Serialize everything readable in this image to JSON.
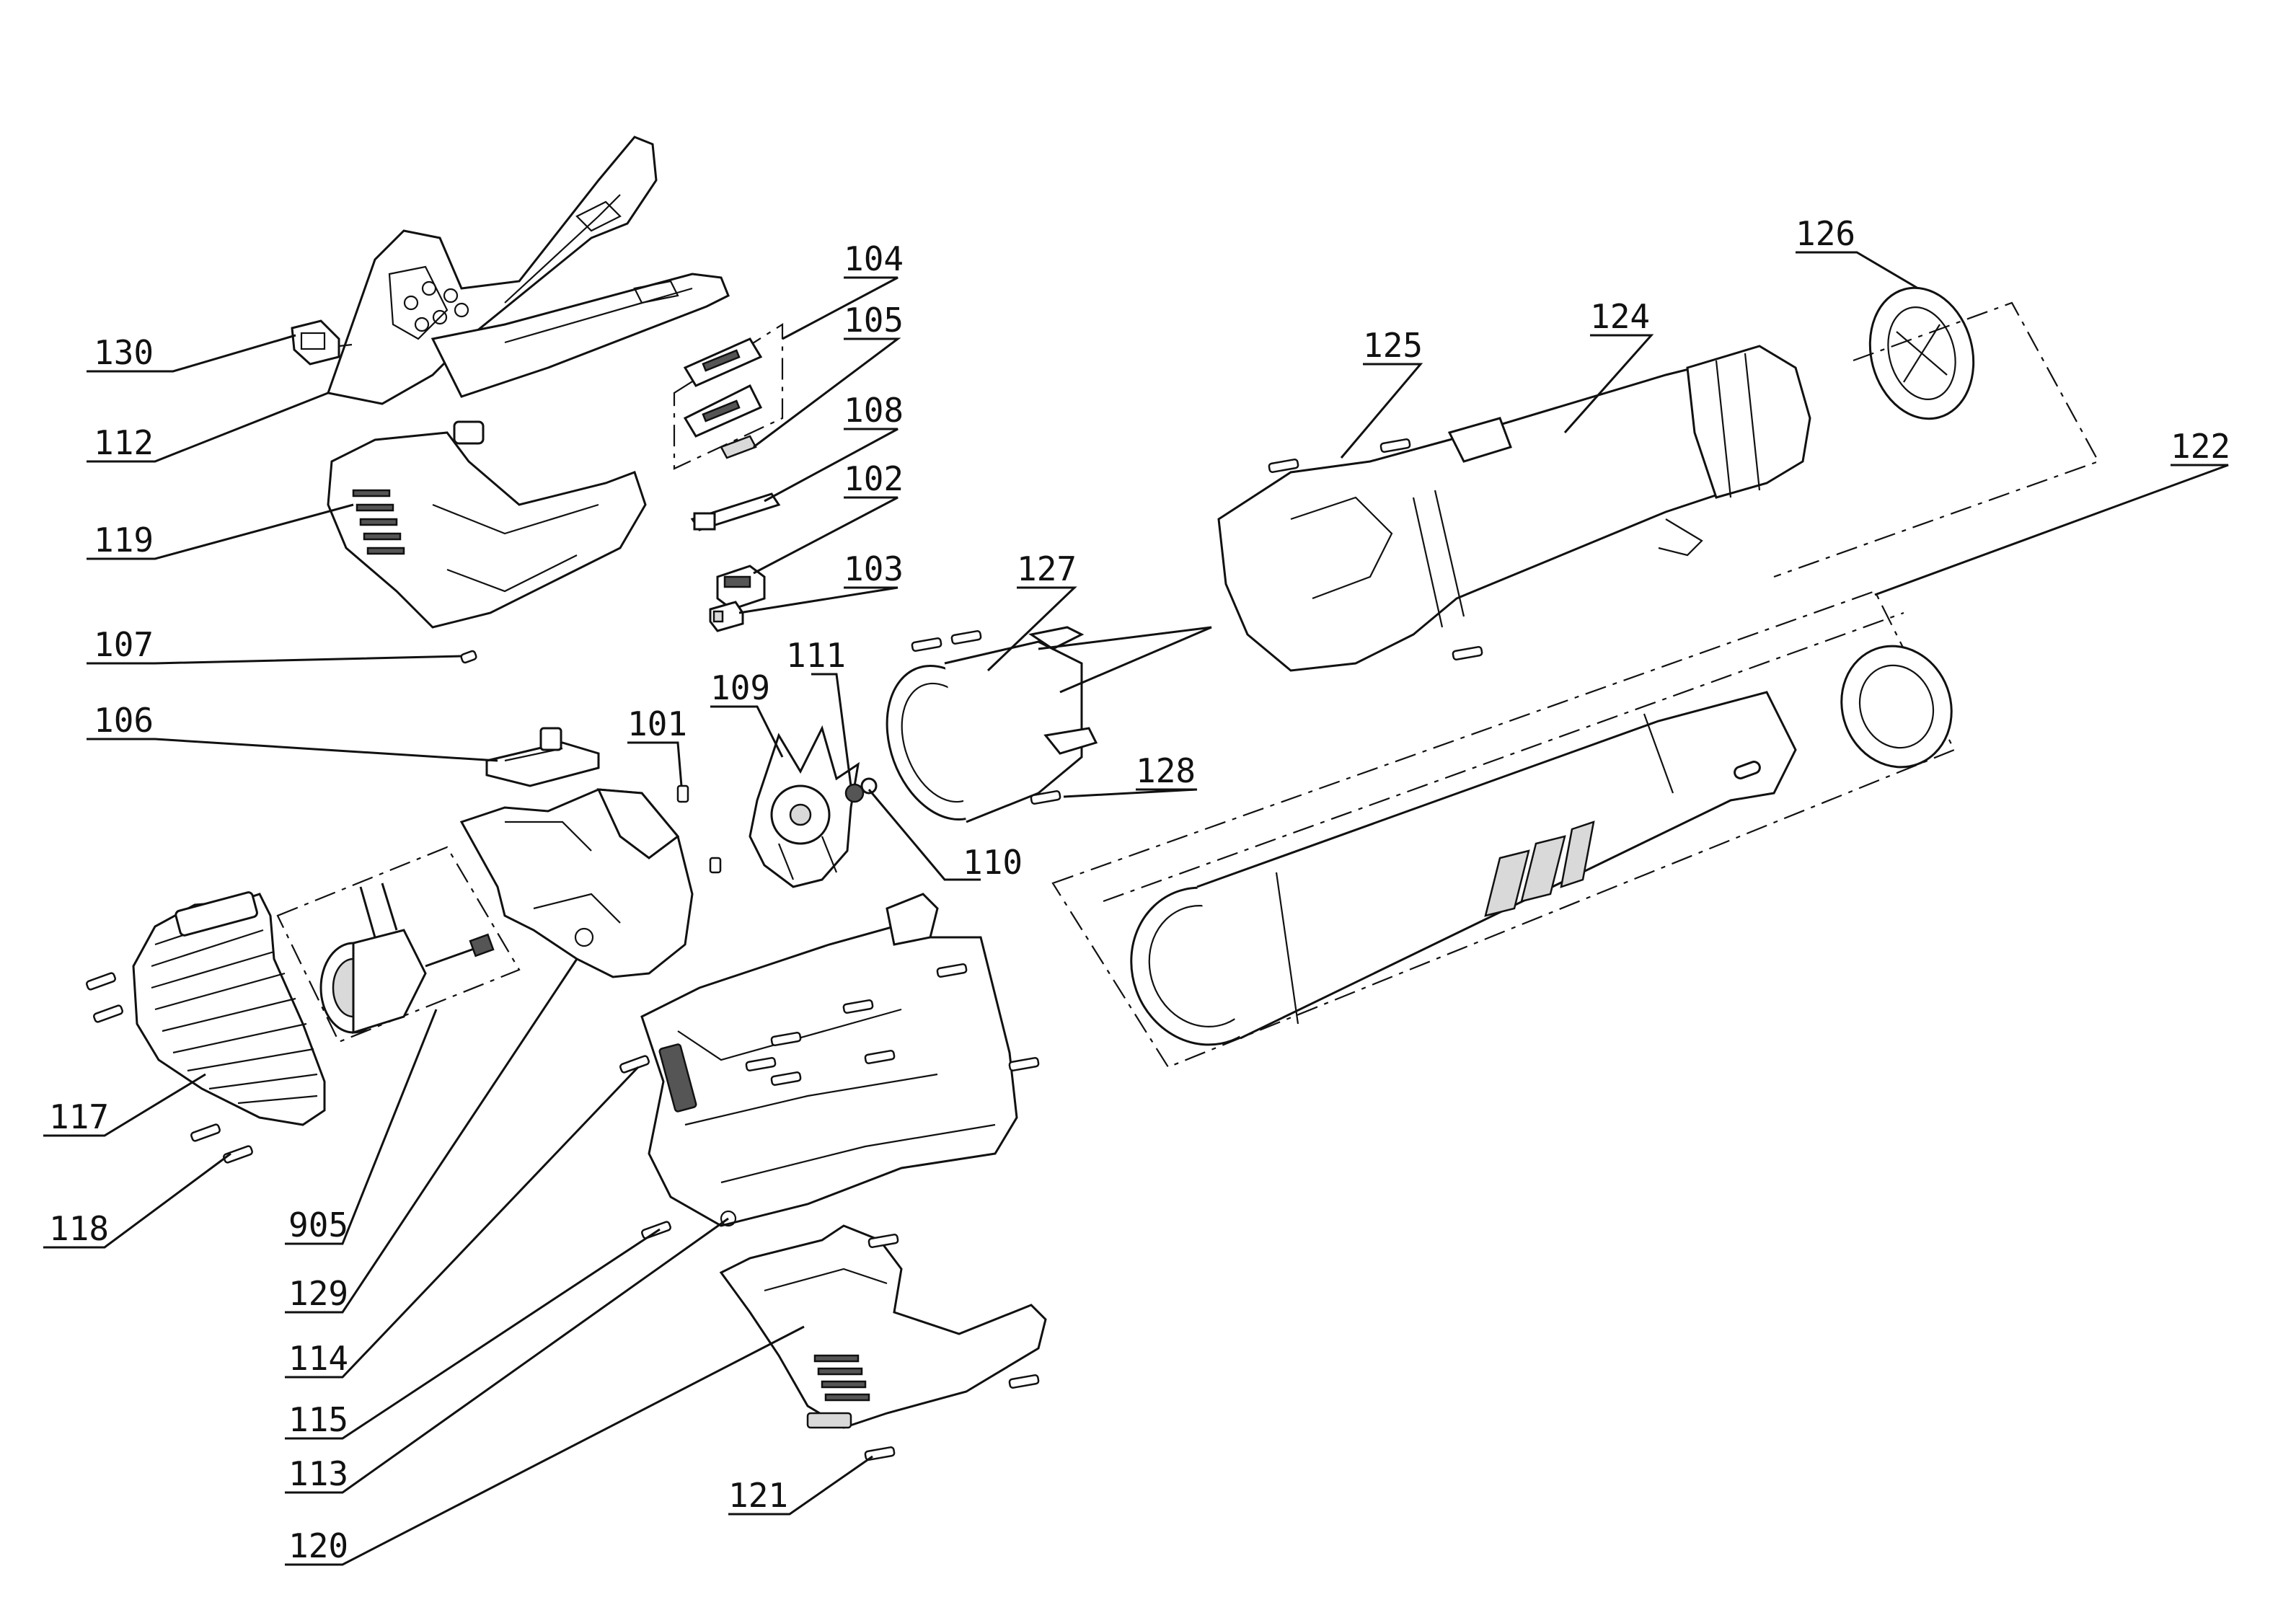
{
  "diagram": {
    "title": "Leaf blower exploded parts view",
    "part_labels": {
      "p101": "101",
      "p102": "102",
      "p103": "103",
      "p104": "104",
      "p105": "105",
      "p106": "106",
      "p107": "107",
      "p108": "108",
      "p109": "109",
      "p110": "110",
      "p111": "111",
      "p112": "112",
      "p113": "113",
      "p114": "114",
      "p115": "115",
      "p117": "117",
      "p118": "118",
      "p119": "119",
      "p120": "120",
      "p121": "121",
      "p122": "122",
      "p124": "124",
      "p125": "125",
      "p126": "126",
      "p127": "127",
      "p128": "128",
      "p129": "129",
      "p130": "130",
      "p905": "905"
    }
  }
}
